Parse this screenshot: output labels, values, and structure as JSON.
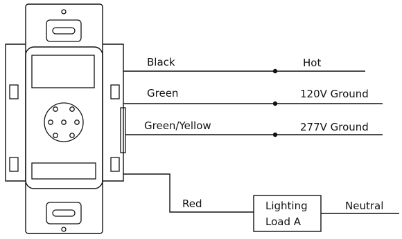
{
  "wires": [
    {
      "wire_label": "Black",
      "terminal_label": "Hot"
    },
    {
      "wire_label": "Green",
      "terminal_label": "120V Ground"
    },
    {
      "wire_label": "Green/Yellow",
      "terminal_label": "277V Ground"
    },
    {
      "wire_label": "Red",
      "terminal_label": ""
    }
  ],
  "load": {
    "line1": "Lighting",
    "line2": "Load A"
  },
  "neutral_label": "Neutral",
  "colors": {
    "stroke": "#111111",
    "background": "#ffffff"
  }
}
